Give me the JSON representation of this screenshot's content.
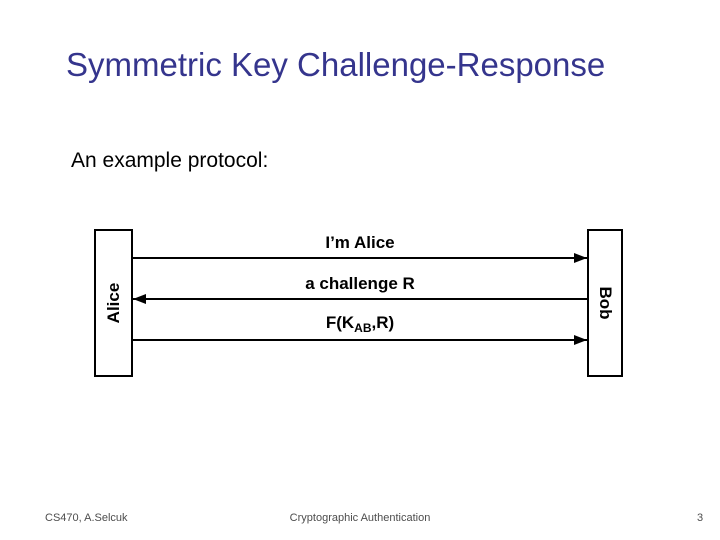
{
  "title": "Symmetric Key Challenge-Response",
  "subtitle": "An example protocol:",
  "diagram": {
    "left_actor": "Alice",
    "right_actor": "Bob",
    "messages": [
      {
        "label": "I’m Alice",
        "direction": "alice-to-bob"
      },
      {
        "label": "a challenge R",
        "direction": "bob-to-alice"
      },
      {
        "parts": [
          "F(K",
          "AB",
          ",R)"
        ],
        "direction": "alice-to-bob"
      }
    ]
  },
  "footer": {
    "course": "CS470, A.Selcuk",
    "center": "Cryptographic Authentication",
    "page_number": "3"
  },
  "colors": {
    "title": "#35358D",
    "body_text": "#000000",
    "diagram_line": "#000000",
    "footer_text": "#4D4D4D",
    "background": "#FFFFFF"
  }
}
